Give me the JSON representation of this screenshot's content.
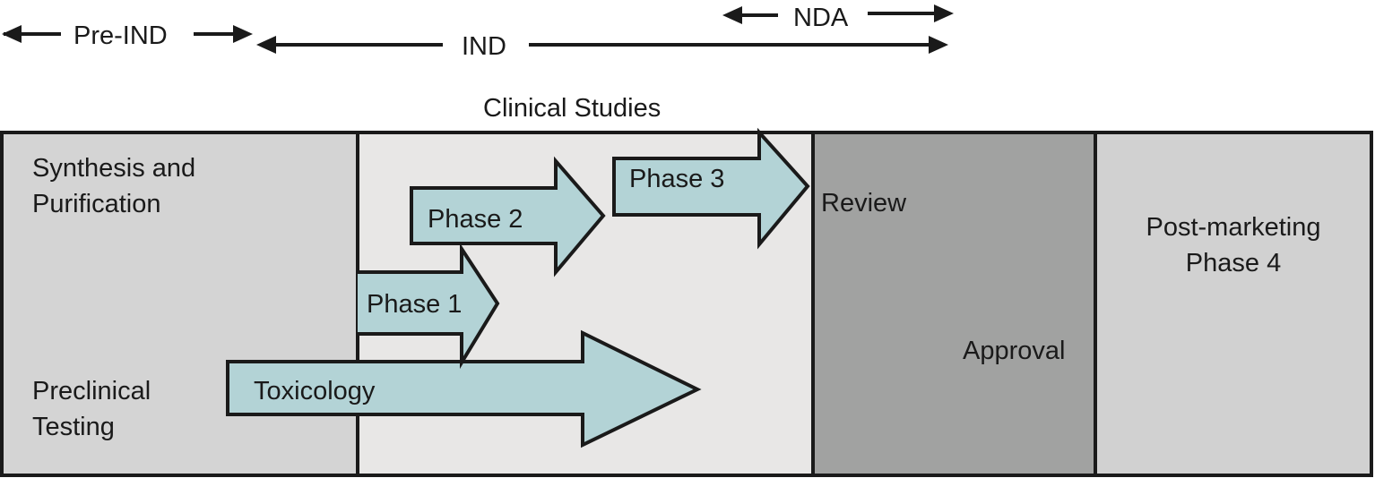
{
  "timeline": {
    "pre_ind": "Pre-IND",
    "ind": "IND",
    "nda": "NDA"
  },
  "header": {
    "clinical_studies": "Clinical Studies"
  },
  "panels": {
    "preclinical": {
      "synthesis_line1": "Synthesis and",
      "synthesis_line2": "Purification",
      "testing_line1": "Preclinical",
      "testing_line2": "Testing"
    },
    "review": {
      "review": "Review",
      "approval": "Approval"
    },
    "postmarketing": {
      "line1": "Post-marketing",
      "line2": "Phase 4"
    }
  },
  "arrows": {
    "phase1": "Phase 1",
    "phase2": "Phase 2",
    "phase3": "Phase 3",
    "toxicology": "Toxicology"
  },
  "colors": {
    "panel_preclinical": "#d4d4d4",
    "panel_clinical": "#e8e7e6",
    "panel_review": "#a1a2a1",
    "panel_postmarketing": "#d1d1d1",
    "arrow_fill": "#b3d3d6",
    "stroke": "#1a1a1a"
  }
}
